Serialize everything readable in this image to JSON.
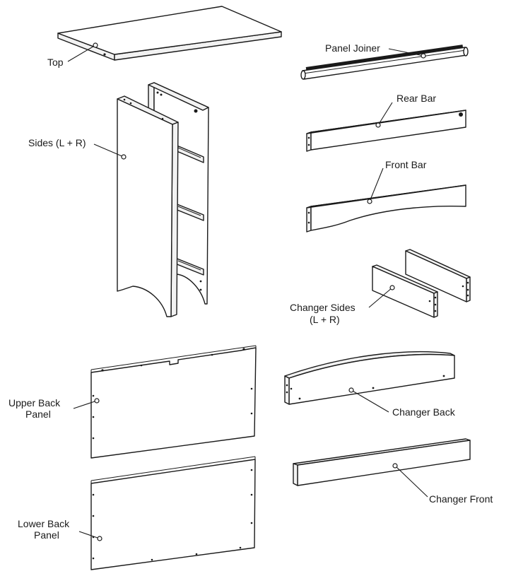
{
  "labels": {
    "top": "Top",
    "panel_joiner": "Panel Joiner",
    "sides_lr": "Sides (L + R)",
    "rear_bar": "Rear Bar",
    "front_bar": "Front Bar",
    "changer_sides_line1": "Changer Sides",
    "changer_sides_line2": "(L + R)",
    "upper_back_line1": "Upper Back",
    "upper_back_line2": "Panel",
    "changer_back": "Changer Back",
    "lower_back_line1": "Lower Back",
    "lower_back_line2": "Panel",
    "changer_front": "Changer Front"
  }
}
